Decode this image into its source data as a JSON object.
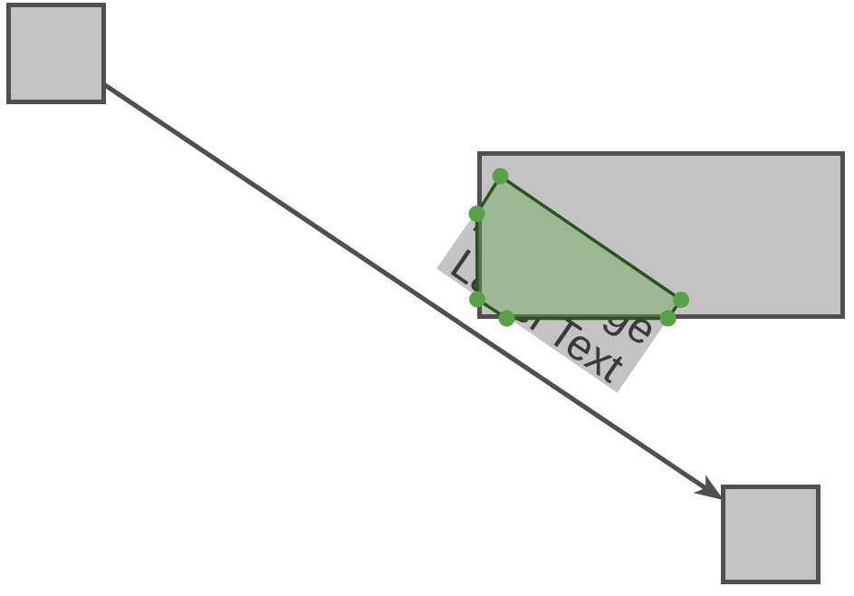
{
  "canvas": {
    "background": "#ffffff"
  },
  "edge_label": {
    "line1": "Long Edge",
    "line2": "Label Text"
  },
  "colors": {
    "node_fill": "#c3c3c3",
    "node_border": "#4f4f4f",
    "edge_stroke": "#4f4f4f",
    "label_fill": "#c3c3c3",
    "label_text": "#3a3a3a",
    "overlap_fill": "#68a554",
    "overlap_fill_opacity": "0.42",
    "overlap_stroke": "#2b521f",
    "handle_fill": "#5aa24a"
  }
}
